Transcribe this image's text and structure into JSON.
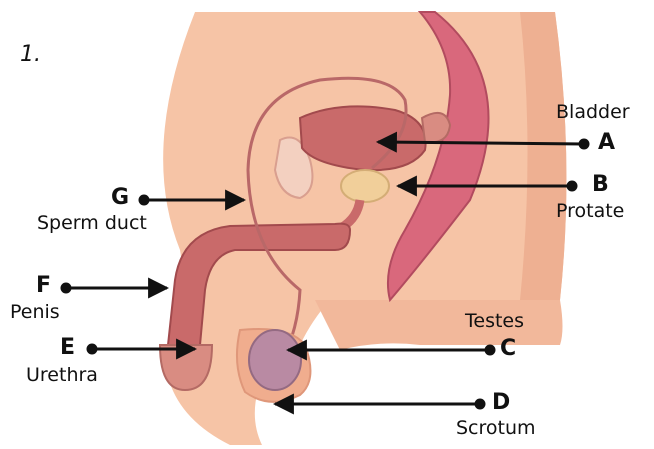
{
  "figure_number": "1.",
  "labels": {
    "A": {
      "letter": "A",
      "name": "Bladder"
    },
    "B": {
      "letter": "B",
      "name": "Protate"
    },
    "C": {
      "letter": "C",
      "name": "Testes"
    },
    "D": {
      "letter": "D",
      "name": "Scrotum"
    },
    "E": {
      "letter": "E",
      "name": "Urethra"
    },
    "F": {
      "letter": "F",
      "name": "Penis"
    },
    "G": {
      "letter": "G",
      "name": "Sperm duct"
    }
  },
  "colors": {
    "skin": "#f6c4a6",
    "skin_shadow": "#e9a384",
    "organ": "#c96a6a",
    "organ_dark": "#a24a4d",
    "rectum": "#d9687c",
    "prostate": "#f1cf9a",
    "testis": "#b98aa3",
    "arrow": "#111111"
  }
}
